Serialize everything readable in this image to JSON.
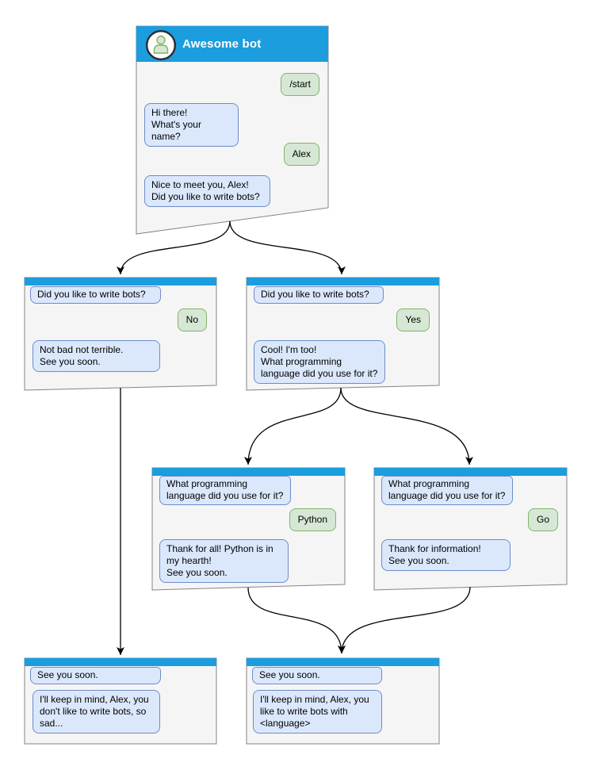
{
  "colors": {
    "header_blue": "#1b9dde",
    "window_fill": "#f5f5f5",
    "window_border": "#848484",
    "bot_bubble_fill": "#dbe8fc",
    "bot_bubble_border": "#6e8cc8",
    "user_bubble_fill": "#d6e8d5",
    "user_bubble_border": "#82b366",
    "title_text": "#ffffff",
    "connector": "#000000"
  },
  "windows": [
    {
      "id": "root",
      "title": "Awesome bot",
      "avatar_icon": "person-icon",
      "messages": [
        {
          "from": "user",
          "text": "/start"
        },
        {
          "from": "bot",
          "text": "Hi there!\nWhat's your name?"
        },
        {
          "from": "user",
          "text": "Alex"
        },
        {
          "from": "bot",
          "text": "Nice to meet you, Alex!\nDid you like to write bots?"
        }
      ]
    },
    {
      "id": "branch-no",
      "messages": [
        {
          "from": "bot",
          "text": "Did you like to write bots?"
        },
        {
          "from": "user",
          "text": "No"
        },
        {
          "from": "bot",
          "text": "Not bad not terrible.\nSee you soon."
        }
      ]
    },
    {
      "id": "branch-yes",
      "messages": [
        {
          "from": "bot",
          "text": "Did you like to write bots?"
        },
        {
          "from": "user",
          "text": "Yes"
        },
        {
          "from": "bot",
          "text": "Cool! I'm too!\nWhat programming\nlanguage did you use for it?"
        }
      ]
    },
    {
      "id": "branch-python",
      "messages": [
        {
          "from": "bot",
          "text": "What programming\nlanguage did you use for it?"
        },
        {
          "from": "user",
          "text": "Python"
        },
        {
          "from": "bot",
          "text": "Thank for all! Python is in\nmy hearth!\nSee you soon."
        }
      ]
    },
    {
      "id": "branch-go",
      "messages": [
        {
          "from": "bot",
          "text": "What programming\nlanguage did you use for it?"
        },
        {
          "from": "user",
          "text": "Go"
        },
        {
          "from": "bot",
          "text": "Thank for information!\nSee you soon."
        }
      ]
    },
    {
      "id": "end-no",
      "messages": [
        {
          "from": "bot",
          "text": "See you soon."
        },
        {
          "from": "bot",
          "text": "I'll keep in mind, Alex, you\ndon't like to write bots, so\nsad..."
        }
      ]
    },
    {
      "id": "end-yes",
      "messages": [
        {
          "from": "bot",
          "text": "See you soon."
        },
        {
          "from": "bot",
          "text": "I'll keep in mind, Alex, you\nlike to write bots with\n<language>"
        }
      ]
    }
  ]
}
